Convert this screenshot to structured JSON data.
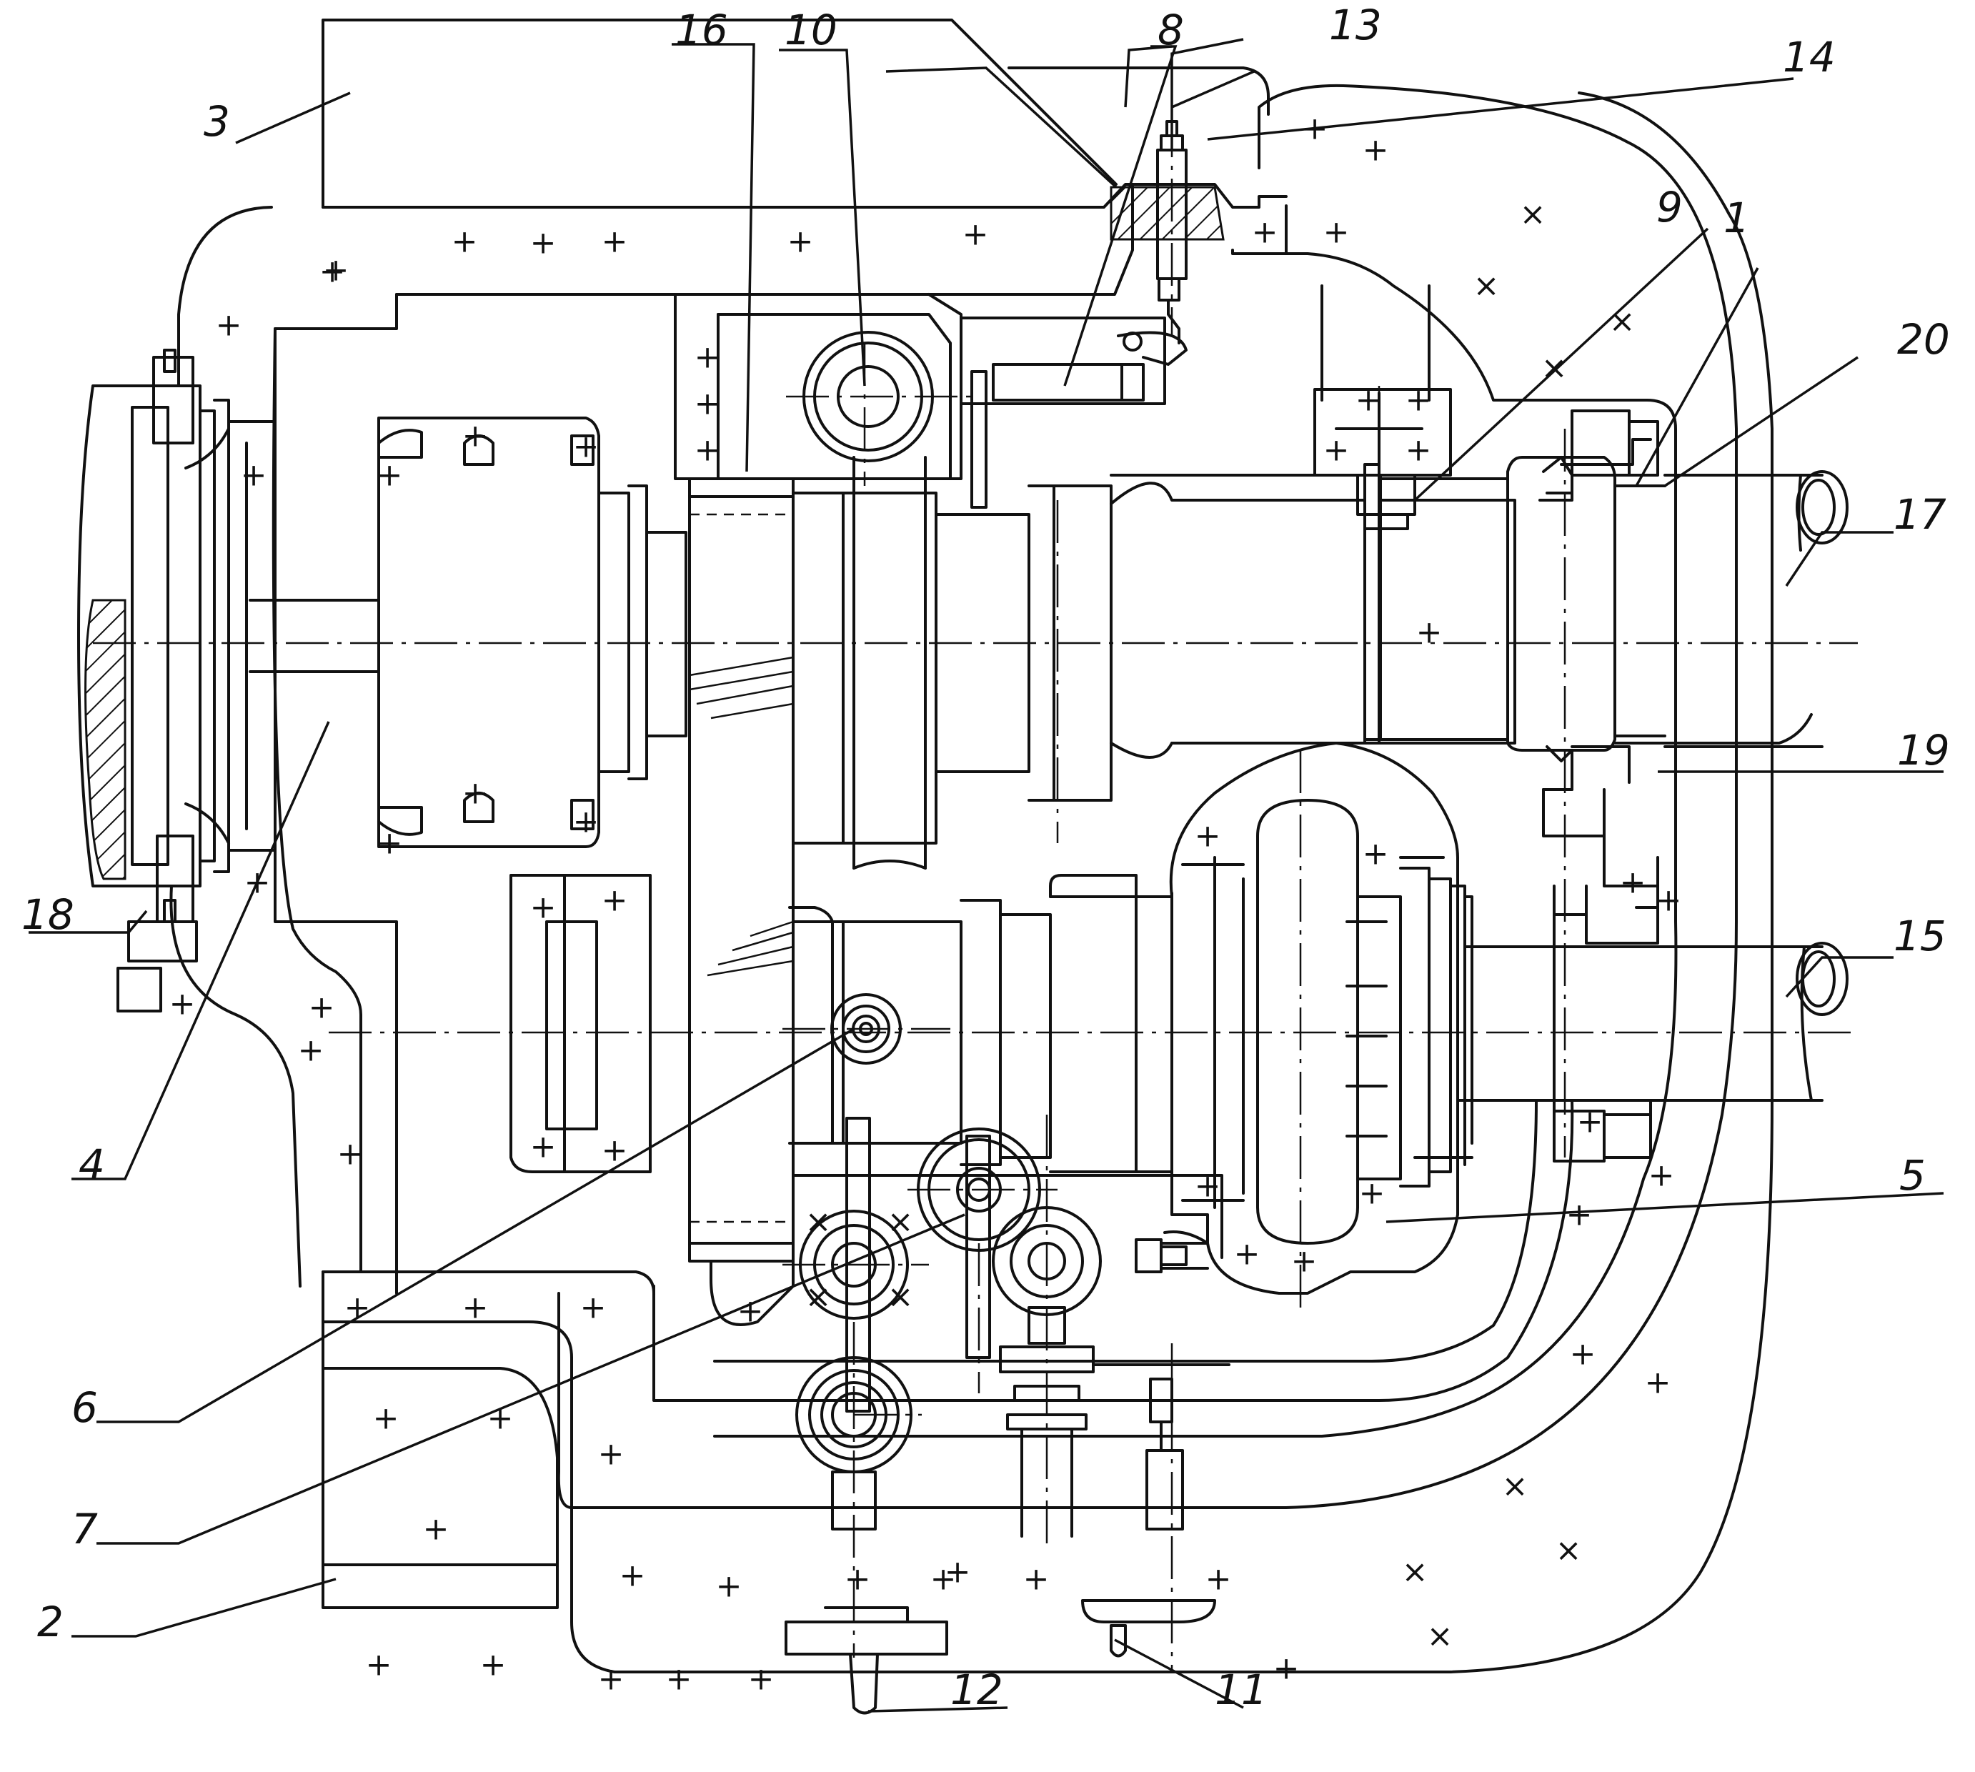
{
  "callouts": [
    {
      "id": "1",
      "text": "1"
    },
    {
      "id": "2",
      "text": "2"
    },
    {
      "id": "3",
      "text": "3"
    },
    {
      "id": "4",
      "text": "4"
    },
    {
      "id": "5",
      "text": "5"
    },
    {
      "id": "6",
      "text": "6"
    },
    {
      "id": "7",
      "text": "7"
    },
    {
      "id": "8",
      "text": "8"
    },
    {
      "id": "9",
      "text": "9"
    },
    {
      "id": "10",
      "text": "10"
    },
    {
      "id": "11",
      "text": "11"
    },
    {
      "id": "12",
      "text": "12"
    },
    {
      "id": "13",
      "text": "13"
    },
    {
      "id": "14",
      "text": "14"
    },
    {
      "id": "15",
      "text": "15"
    },
    {
      "id": "16",
      "text": "16"
    },
    {
      "id": "17",
      "text": "17"
    },
    {
      "id": "18",
      "text": "18"
    },
    {
      "id": "19",
      "text": "19"
    },
    {
      "id": "20",
      "text": "20"
    }
  ],
  "markers": {
    "plus": "+",
    "cross": "×"
  }
}
